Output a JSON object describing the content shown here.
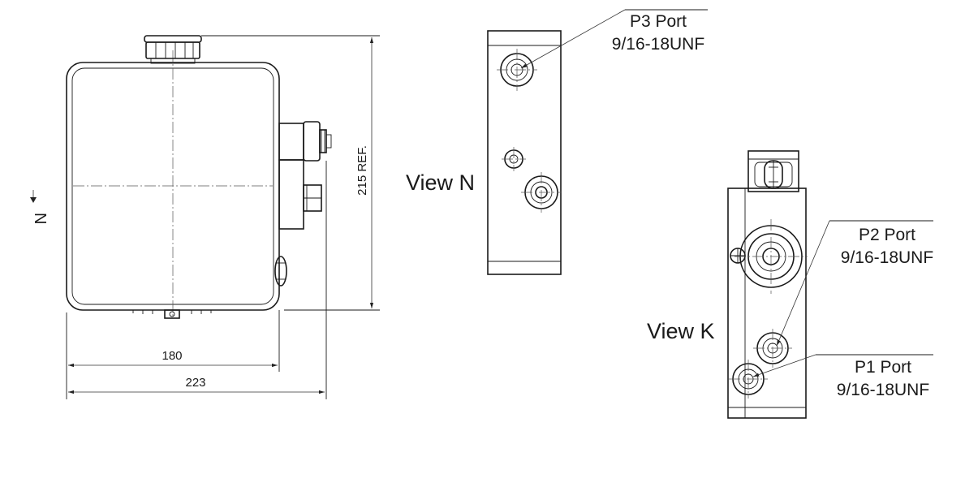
{
  "dimensions": {
    "width_tank": "180",
    "width_overall": "223",
    "height_ref": "215 REF."
  },
  "views": {
    "n_marker": "N",
    "view_n": "View N",
    "view_k": "View K"
  },
  "ports": {
    "p3": {
      "name": "P3 Port",
      "thread": "9/16-18UNF"
    },
    "p2": {
      "name": "P2 Port",
      "thread": "9/16-18UNF"
    },
    "p1": {
      "name": "P1 Port",
      "thread": "9/16-18UNF"
    }
  }
}
